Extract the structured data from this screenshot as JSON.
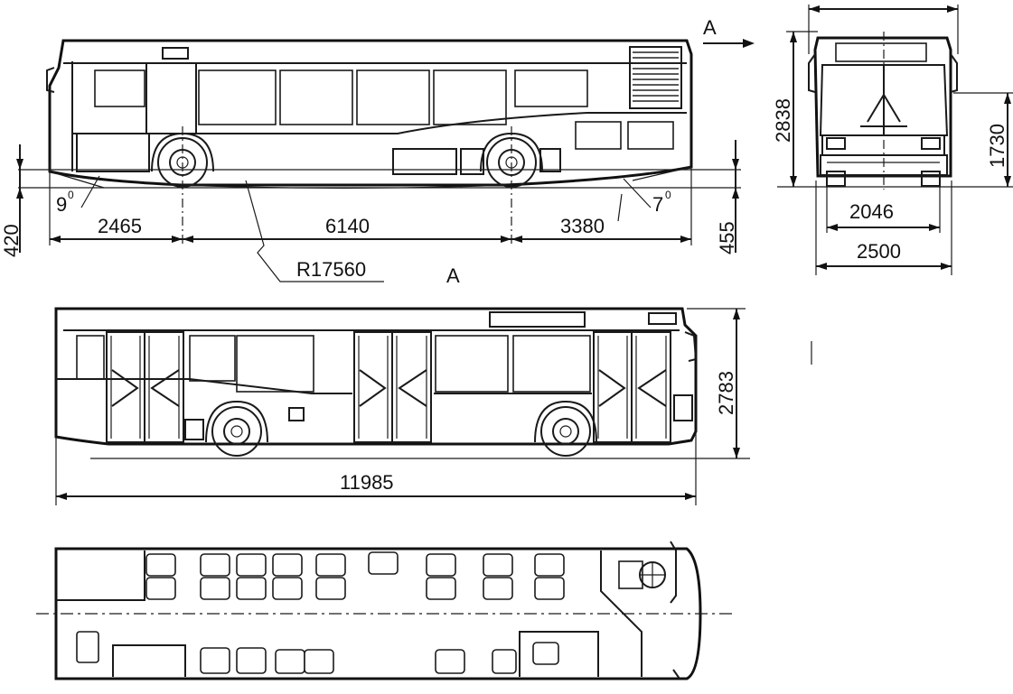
{
  "labels": {
    "section_arrow": "A",
    "section_label": "A",
    "radius": "R17560",
    "angle_front": "9",
    "angle_rear": "7",
    "degree_mark": "0"
  },
  "dimensions": {
    "front_overhang": "2465",
    "wheelbase": "6140",
    "rear_overhang": "3380",
    "front_clearance": "420",
    "rear_clearance": "455",
    "height_top": "2838",
    "height_mid": "1730",
    "track": "2046",
    "width_front": "2500",
    "height_side": "2783",
    "length": "11985"
  }
}
